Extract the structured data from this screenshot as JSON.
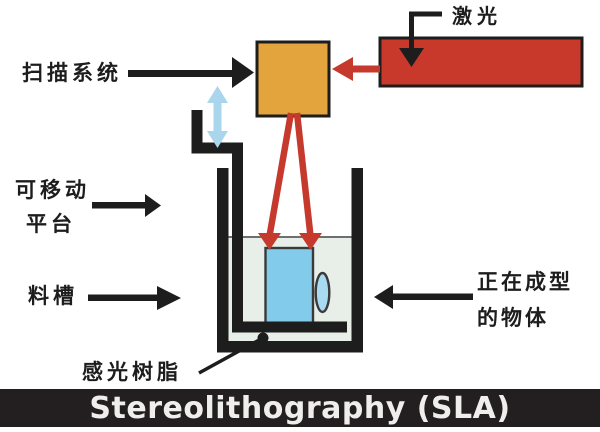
{
  "diagram": {
    "labels": {
      "laser": "激光",
      "scanner": "扫描系统",
      "movable_platform_line1": "可移动",
      "movable_platform_line2": "平台",
      "vat": "料槽",
      "photosensitive_resin": "感光树脂",
      "forming_object_line1": "正在成型",
      "forming_object_line2": "的物体"
    },
    "footer": {
      "title": "Stereolithography (SLA)"
    },
    "colors": {
      "laser_red": "#c9392b",
      "beam_red": "#c53a2c",
      "scanner_orange": "#e3a43d",
      "object_blue": "#82cbea",
      "lens_blue": "#a8daf1",
      "resin_mint": "#e7efe8",
      "motion_arrow_blue": "#a9d6ec",
      "footer_bg": "#231f20",
      "footer_text": "#f0eeec"
    }
  }
}
